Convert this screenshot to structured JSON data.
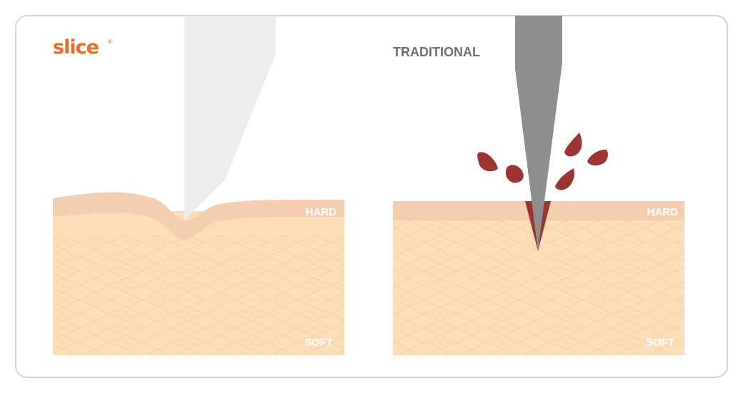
{
  "brand": {
    "logo_text": "slice",
    "registered_mark": "®"
  },
  "panels": {
    "slice": {
      "hard_label": "HARD",
      "soft_label": "SOFT"
    },
    "traditional": {
      "title": "TRADITIONAL",
      "hard_label": "HARD",
      "soft_label": "SOFT"
    }
  },
  "colors": {
    "brand_orange": "#F26B21",
    "frame_border": "#D3D3D3",
    "hard_layer": "#F5CDB0",
    "soft_layer": "#FCDDB8",
    "slice_blade": "#ECEDEF",
    "traditional_blade": "#8E8E8E",
    "blood": "#9E3430",
    "title_gray": "#6F6F6F",
    "label_white": "#FFFFFF"
  }
}
